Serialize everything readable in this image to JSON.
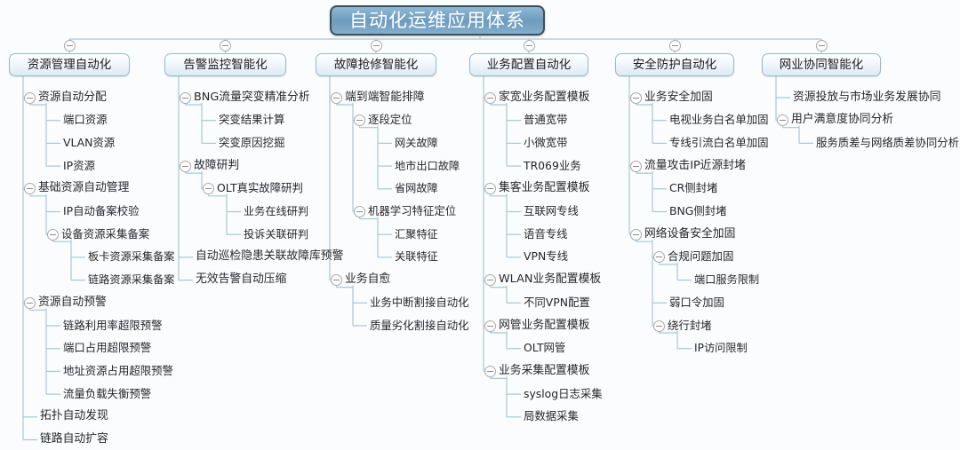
{
  "title": "自动化运维应用体系",
  "icons": {
    "collapse": "minus-circle-icon"
  },
  "colors": {
    "root_fill_top": "#8fb8d4",
    "root_fill_bottom": "#83aecd",
    "root_border": "#3c4f5c",
    "root_text": "#ffffff",
    "branch_border": "#9bb8cc",
    "branch_fill": "#f2f7fb",
    "wire": "#a9c6da",
    "text": "#24282c",
    "page_bg": "#fbfcfd"
  },
  "branches": [
    {
      "label": "资源管理自动化",
      "children": [
        {
          "label": "资源自动分配",
          "collapsible": true,
          "children": [
            {
              "label": "端口资源"
            },
            {
              "label": "VLAN资源"
            },
            {
              "label": "IP资源"
            }
          ]
        },
        {
          "label": "基础资源自动管理",
          "collapsible": true,
          "children": [
            {
              "label": "IP自动备案校验"
            },
            {
              "label": "设备资源采集备案",
              "collapsible": true,
              "children": [
                {
                  "label": "板卡资源采集备案"
                },
                {
                  "label": "链路资源采集备案"
                }
              ]
            }
          ]
        },
        {
          "label": "资源自动预警",
          "collapsible": true,
          "children": [
            {
              "label": "链路利用率超限预警"
            },
            {
              "label": "端口占用超限预警"
            },
            {
              "label": "地址资源占用超限预警"
            },
            {
              "label": "流量负载失衡预警"
            }
          ]
        },
        {
          "label": "拓扑自动发现"
        },
        {
          "label": "链路自动扩容"
        }
      ]
    },
    {
      "label": "告警监控智能化",
      "children": [
        {
          "label": "BNG流量突变精准分析",
          "collapsible": true,
          "children": [
            {
              "label": "突变结果计算"
            },
            {
              "label": "突变原因挖掘"
            }
          ]
        },
        {
          "label": "故障研判",
          "collapsible": true,
          "children": [
            {
              "label": "OLT真实故障研判",
              "collapsible": true,
              "children": [
                {
                  "label": "业务在线研判"
                },
                {
                  "label": "投诉关联研判"
                }
              ]
            }
          ]
        },
        {
          "label": "自动巡检隐患关联故障库预警"
        },
        {
          "label": "无效告警自动压缩"
        }
      ]
    },
    {
      "label": "故障抢修智能化",
      "children": [
        {
          "label": "端到端智能排障",
          "collapsible": true,
          "children": [
            {
              "label": "逐段定位",
              "collapsible": true,
              "children": [
                {
                  "label": "网关故障"
                },
                {
                  "label": "地市出口故障"
                },
                {
                  "label": "省网故障"
                }
              ]
            },
            {
              "label": "机器学习特征定位",
              "collapsible": true,
              "children": [
                {
                  "label": "汇聚特征"
                },
                {
                  "label": "关联特征"
                }
              ]
            }
          ]
        },
        {
          "label": "业务自愈",
          "collapsible": true,
          "children": [
            {
              "label": "业务中断割接自动化"
            },
            {
              "label": "质量劣化割接自动化"
            }
          ]
        }
      ]
    },
    {
      "label": "业务配置自动化",
      "children": [
        {
          "label": "家宽业务配置模板",
          "collapsible": true,
          "children": [
            {
              "label": "普通宽带"
            },
            {
              "label": "小微宽带"
            },
            {
              "label": "TR069业务"
            }
          ]
        },
        {
          "label": "集客业务配置模板",
          "collapsible": true,
          "children": [
            {
              "label": "互联网专线"
            },
            {
              "label": "语音专线"
            },
            {
              "label": "VPN专线"
            }
          ]
        },
        {
          "label": "WLAN业务配置模板",
          "collapsible": true,
          "children": [
            {
              "label": "不同VPN配置"
            }
          ]
        },
        {
          "label": "网管业务配置模板",
          "collapsible": true,
          "children": [
            {
              "label": "OLT网管"
            }
          ]
        },
        {
          "label": "业务采集配置模板",
          "collapsible": true,
          "children": [
            {
              "label": "syslog日志采集"
            },
            {
              "label": "局数据采集"
            }
          ]
        }
      ]
    },
    {
      "label": "安全防护自动化",
      "children": [
        {
          "label": "业务安全加固",
          "collapsible": true,
          "children": [
            {
              "label": "电视业务白名单加固"
            },
            {
              "label": "专线引流白名单加固"
            }
          ]
        },
        {
          "label": "流量攻击IP近源封堵",
          "collapsible": true,
          "children": [
            {
              "label": "CR侧封堵"
            },
            {
              "label": "BNG侧封堵"
            }
          ]
        },
        {
          "label": "网络设备安全加固",
          "collapsible": true,
          "children": [
            {
              "label": "合规问题加固",
              "collapsible": true,
              "children": [
                {
                  "label": "端口服务限制"
                }
              ]
            },
            {
              "label": "弱口令加固"
            },
            {
              "label": "绕行封堵",
              "collapsible": true,
              "children": [
                {
                  "label": "IP访问限制"
                }
              ]
            }
          ]
        }
      ]
    },
    {
      "label": "网业协同智能化",
      "children": [
        {
          "label": "资源投放与市场业务发展协同"
        },
        {
          "label": "用户满意度协同分析",
          "collapsible": true,
          "children": [
            {
              "label": "服务质差与网络质差协同分析"
            }
          ]
        }
      ]
    }
  ]
}
